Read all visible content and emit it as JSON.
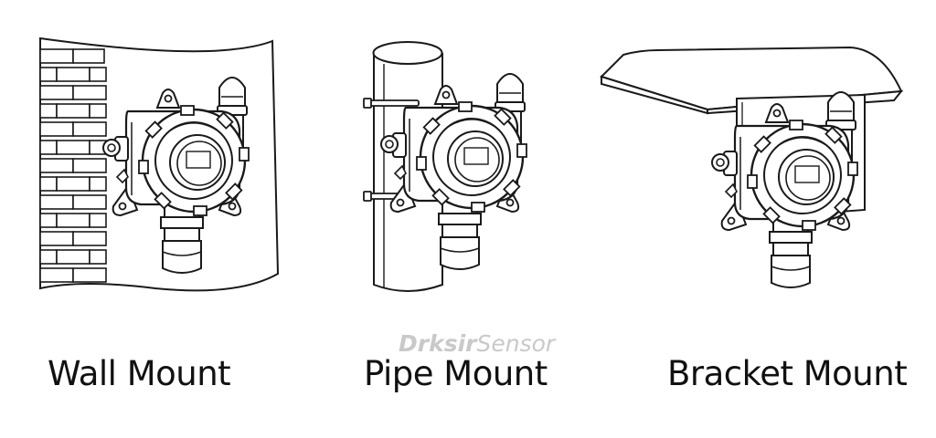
{
  "captions": {
    "wall": "Wall Mount",
    "pipe": "Pipe Mount",
    "bracket": "Bracket Mount"
  },
  "watermark": {
    "brand_bold": "Drksir",
    "brand_light": "Sensor"
  },
  "colors": {
    "line": "#1a1a1a",
    "fill": "#ffffff",
    "watermark": "#c9c9c9"
  }
}
